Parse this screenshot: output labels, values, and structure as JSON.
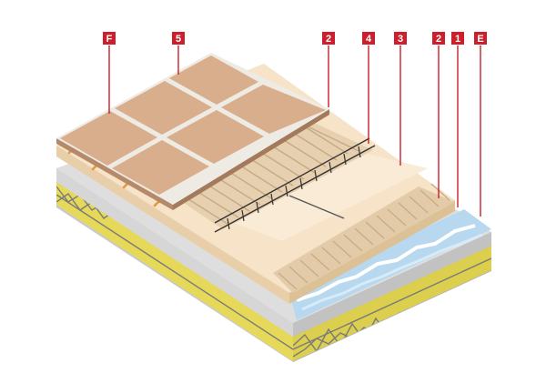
{
  "callouts": [
    {
      "id": "F",
      "label": "F"
    },
    {
      "id": "5",
      "label": "5"
    },
    {
      "id": "2a",
      "label": "2"
    },
    {
      "id": "4",
      "label": "4"
    },
    {
      "id": "3",
      "label": "3"
    },
    {
      "id": "2b",
      "label": "2"
    },
    {
      "id": "1",
      "label": "1"
    },
    {
      "id": "E",
      "label": "E"
    }
  ],
  "colors": {
    "callout_fill": "#cc1f2b",
    "tile": "#d9ae8c",
    "tile_side": "#b88a67",
    "grout": "#f3f1ef",
    "mortar_bed": "#ead3b8",
    "screed": "#f7e6cf",
    "ribs": "#dfc7a7",
    "insulation": "#e8de63",
    "concrete_top": "#d9d9d9",
    "concrete_side": "#bdbdbd",
    "membrane": "#b9d9f0",
    "heating_pipe": "#e59a3d"
  }
}
